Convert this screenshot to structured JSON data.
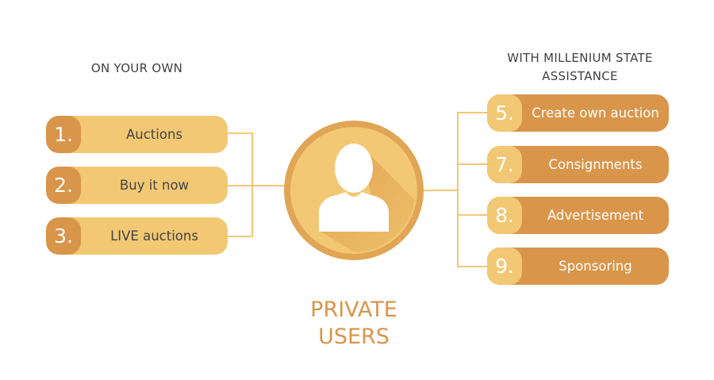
{
  "left": {
    "heading": "ON YOUR OWN",
    "items": [
      {
        "number": "1.",
        "label": "Auctions"
      },
      {
        "number": "2.",
        "label": "Buy it now"
      },
      {
        "number": "3.",
        "label": "LIVE auctions"
      }
    ]
  },
  "right": {
    "heading_line1": "WITH MILLENIUM STATE",
    "heading_line2": "ASSISTANCE",
    "items": [
      {
        "number": "5.",
        "label": "Create own auction"
      },
      {
        "number": "7.",
        "label": "Consignments"
      },
      {
        "number": "8.",
        "label": "Advertisement"
      },
      {
        "number": "9.",
        "label": "Sponsoring"
      }
    ]
  },
  "center": {
    "icon": "user-icon",
    "title_line1": "PRIVATE",
    "title_line2": "USERS"
  },
  "colors": {
    "light": "#f2c874",
    "dark": "#d9954a",
    "text": "#444444"
  }
}
